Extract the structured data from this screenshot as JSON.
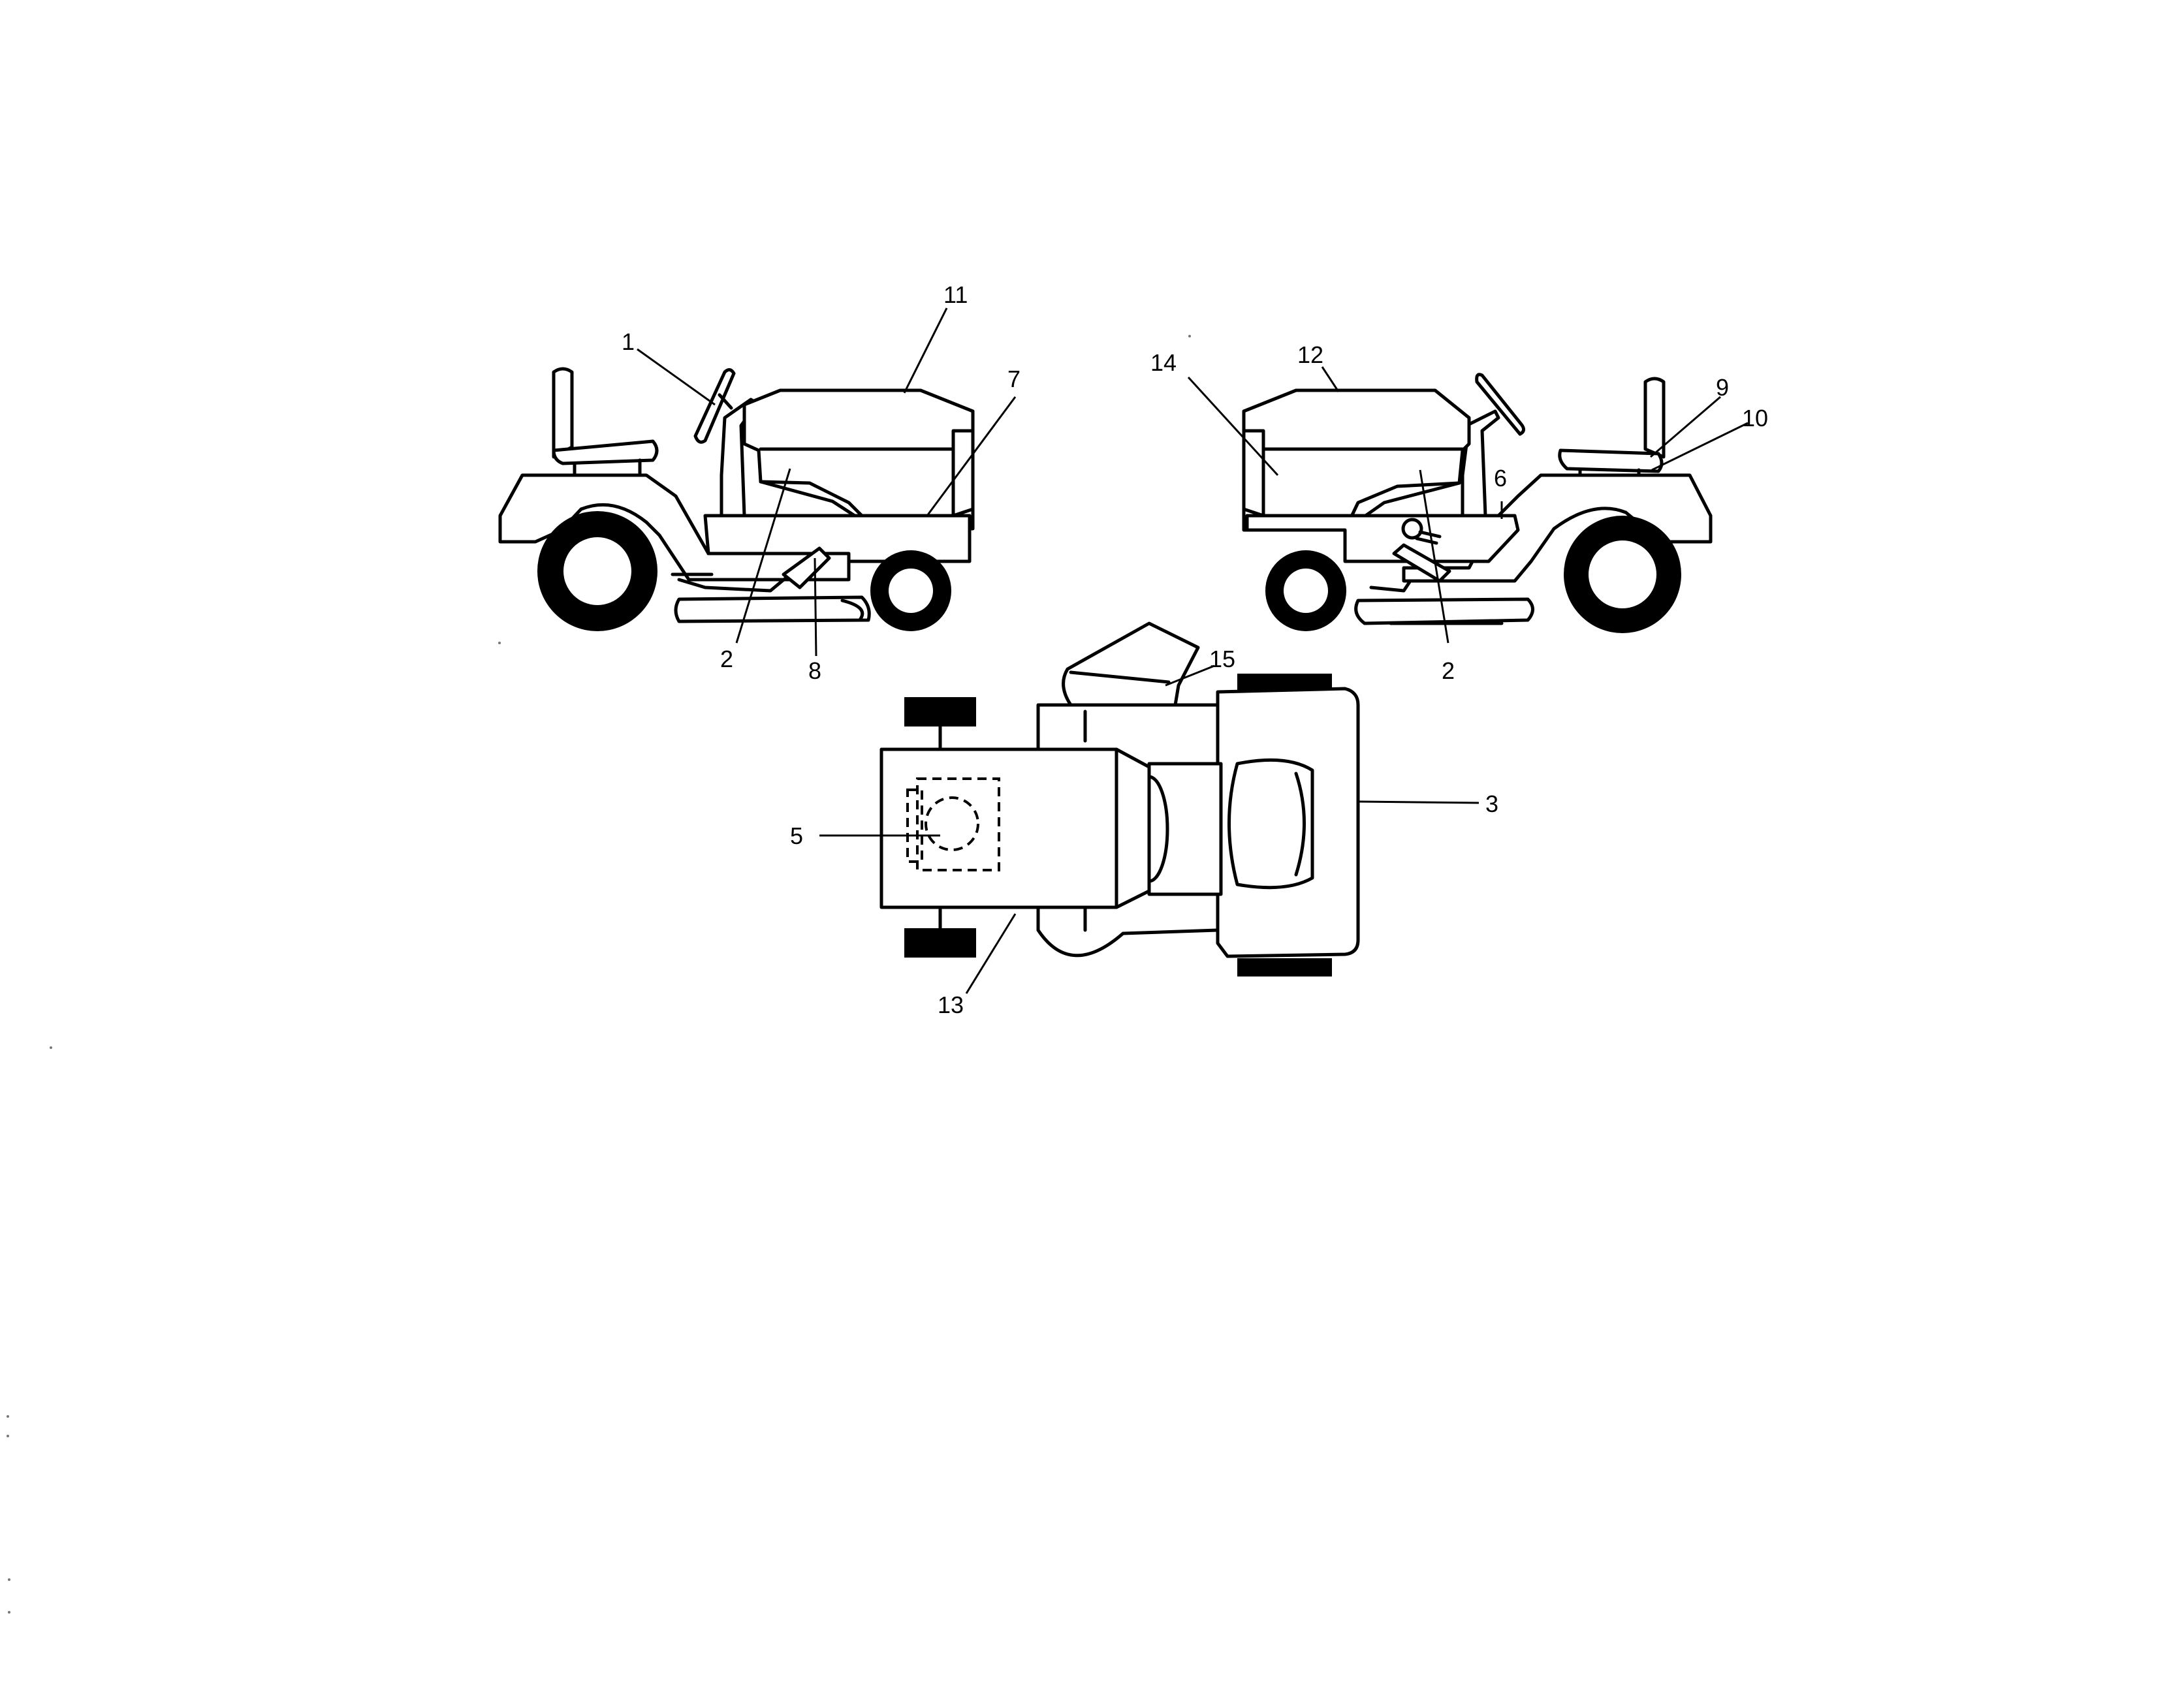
{
  "diagram": {
    "left_view": {
      "callouts": {
        "c1": "1",
        "c11": "11",
        "c7": "7",
        "c2": "2",
        "c8": "8"
      }
    },
    "right_view": {
      "callouts": {
        "c12": "12",
        "c14": "14",
        "c9": "9",
        "c10": "10",
        "c6": "6",
        "c2": "2"
      }
    },
    "top_view": {
      "callouts": {
        "c15": "15",
        "c3": "3",
        "c5": "5",
        "c13": "13"
      }
    }
  }
}
